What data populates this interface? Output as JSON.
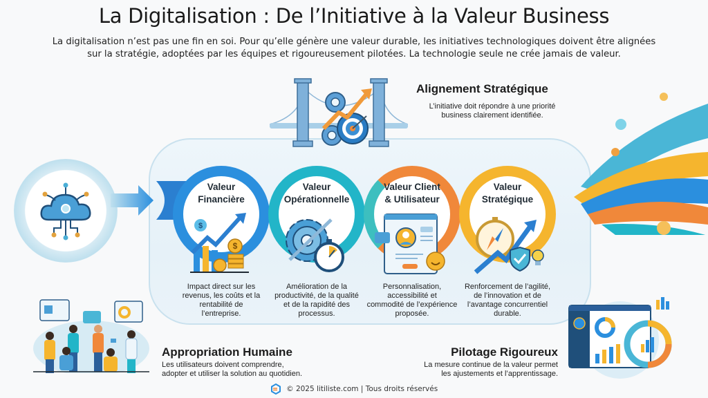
{
  "header": {
    "title": "La Digitalisation : De l’Initiative à la Valeur Business",
    "subtitle_line1": "La digitalisation n’est pas une fin en soi. Pour qu’elle génère une valeur durable, les initiatives technologiques doivent être alignées",
    "subtitle_line2": "sur la stratégie, adoptées par les équipes et rigoureusement pilotées. La technologie seule ne crée jamais de valeur."
  },
  "alignment": {
    "title": "Alignement Stratégique",
    "desc_line1": "L’initiative doit répondre à une priorité",
    "desc_line2": "business clairement identifiée.",
    "icon": "bridge-gears-target-icon"
  },
  "hub": {
    "icon": "cloud-circuit-icon"
  },
  "values": [
    {
      "title_line1": "Valeur",
      "title_line2": "Financière",
      "desc": [
        "Impact direct sur les",
        "revenus, les coûts et la",
        "rentabilité de",
        "l’entreprise."
      ],
      "color": "#2b8fde",
      "icon": "chart-coins-icon"
    },
    {
      "title_line1": "Valeur",
      "title_line2": "Opérationnelle",
      "desc": [
        "Amélioration de la",
        "productivité, de la qualité",
        "et de la rapidité des",
        "processus."
      ],
      "color": "#22b5c8",
      "icon": "gear-stopwatch-icon"
    },
    {
      "title_line1": "Valeur Client",
      "title_line2": "& Utilisateur",
      "desc": [
        "Personnalisation,",
        "accessibilité et",
        "commodité de l’expérience",
        "proposée."
      ],
      "color": "#f0883a",
      "icon": "user-profile-smiley-icon"
    },
    {
      "title_line1": "Valeur",
      "title_line2": "Stratégique",
      "desc": [
        "Renforcement de l’agilité,",
        "de l’innovation et de",
        "l’avantage concurrentiel",
        "durable."
      ],
      "color": "#f5b52e",
      "icon": "compass-shield-bulb-icon"
    }
  ],
  "human": {
    "title": "Appropriation Humaine",
    "desc_line1": "Les utilisateurs doivent comprendre,",
    "desc_line2": "adopter et utiliser la solution au quotidien.",
    "icon": "team-collaboration-icon"
  },
  "steering": {
    "title": "Pilotage Rigoureux",
    "desc_line1": "La mesure continue de la valeur permet",
    "desc_line2": "les ajustements et l’apprentissage.",
    "icon": "dashboard-cycle-icon"
  },
  "footer": {
    "text": "© 2025 litiliste.com | Tous droits réservés"
  },
  "colors": {
    "blue": "#2b8fde",
    "teal": "#22b5c8",
    "orange": "#f0883a",
    "yellow": "#f5b52e",
    "panel_bg": "#e9f3f9"
  }
}
